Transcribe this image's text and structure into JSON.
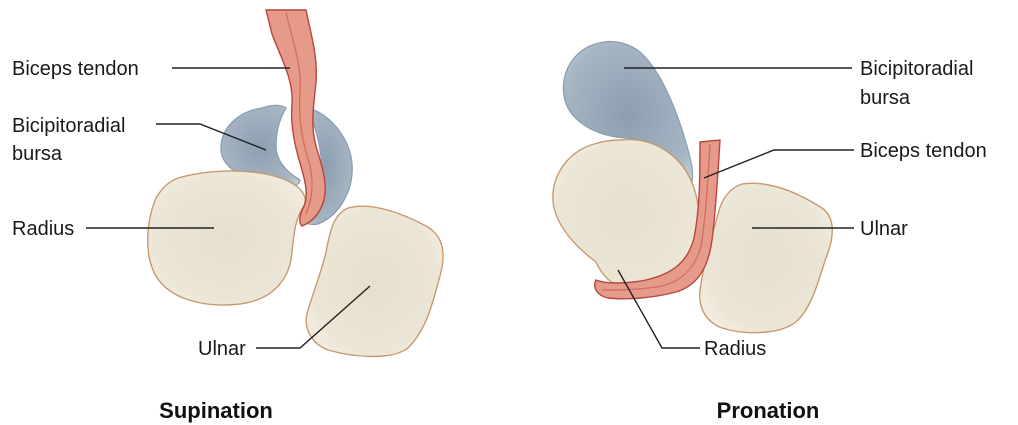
{
  "panels": {
    "supination": {
      "caption": "Supination",
      "labels": {
        "biceps_tendon": "Biceps tendon",
        "bursa_line1": "Bicipitoradial",
        "bursa_line2": "bursa",
        "radius": "Radius",
        "ulnar": "Ulnar"
      }
    },
    "pronation": {
      "caption": "Pronation",
      "labels": {
        "bursa_line1": "Bicipitoradial",
        "bursa_line2": "bursa",
        "biceps_tendon": "Biceps tendon",
        "ulnar": "Ulnar",
        "radius": "Radius"
      }
    }
  },
  "colors": {
    "bone_fill": "#ece6d6",
    "bone_outline": "#c79a6e",
    "bursa_fill": "#9fb0c0",
    "tendon_fill": "#e59a8a",
    "tendon_outline": "#b9453b"
  }
}
